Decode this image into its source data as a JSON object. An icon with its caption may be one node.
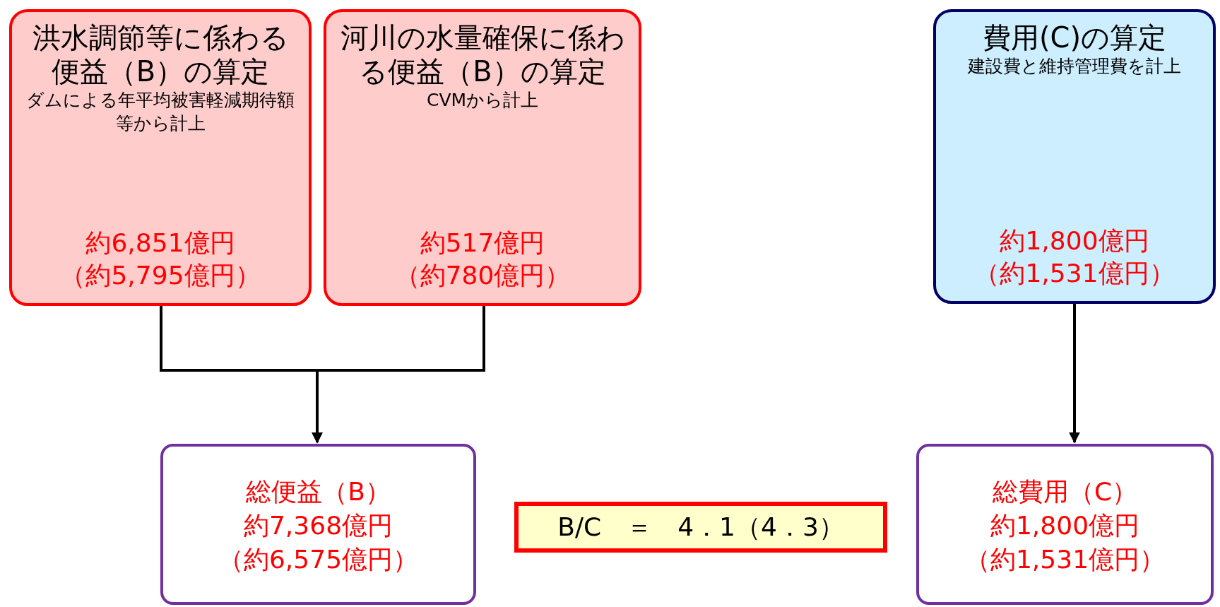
{
  "diagram": {
    "nodes": [
      {
        "text": [
          "洪水調節等に係わる便益（B）の算定",
          "ダムによる年平均被害軽減期待額等から計上",
          "約6,851億円",
          "（約5,795億円）"
        ]
      },
      {
        "text": [
          "河川の水量確保に係わる便益（B）の算定",
          "CVMから計上",
          "約517億円",
          "（約780億円）"
        ]
      },
      {
        "text": [
          "費用(C)の算定",
          "建設費と維持管理費を計上",
          "約1,800億円",
          "（約1,531億円）"
        ]
      },
      {
        "text": [
          "総便益（B）",
          "約7,368億円",
          "（約6,575億円）"
        ]
      },
      {
        "text": [
          "B/C　＝　4．1（4．3）"
        ]
      },
      {
        "text": [
          "総費用（C）",
          "約1,800億円",
          "（約1,531億円）"
        ]
      }
    ],
    "edges": [
      {
        "from": 0,
        "to": 3,
        "arrow": "to"
      },
      {
        "from": 1,
        "to": 3,
        "arrow": "to"
      },
      {
        "from": 2,
        "to": 5,
        "arrow": "to"
      }
    ]
  }
}
